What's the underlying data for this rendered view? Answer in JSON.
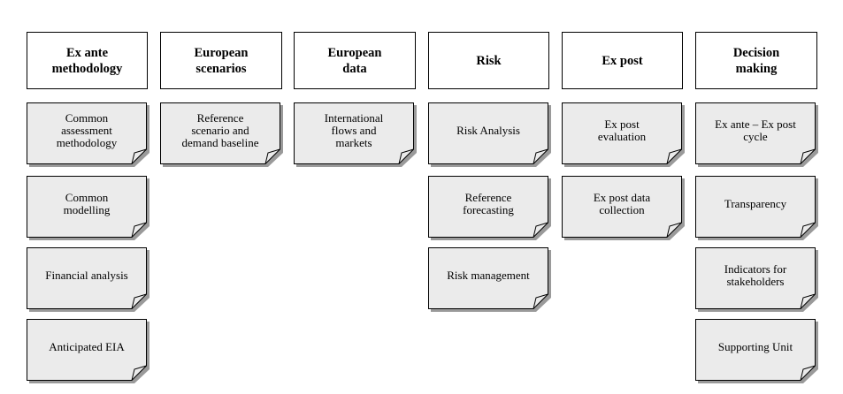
{
  "columns": [
    {
      "header": "Ex ante\nmethodology",
      "items": [
        "Common\nassessment\nmethodology",
        "Common\nmodelling",
        "Financial analysis",
        "Anticipated EIA"
      ]
    },
    {
      "header": "European\nscenarios",
      "items": [
        "Reference\nscenario and\ndemand baseline"
      ]
    },
    {
      "header": "European\ndata",
      "items": [
        "International\nflows and\nmarkets"
      ]
    },
    {
      "header": "Risk",
      "items": [
        "Risk Analysis",
        "Reference\nforecasting",
        "Risk management"
      ]
    },
    {
      "header": "Ex post",
      "items": [
        "Ex post\nevaluation",
        "Ex post data\ncollection"
      ]
    },
    {
      "header": "Decision\nmaking",
      "items": [
        "Ex ante – Ex post\ncycle",
        "Transparency",
        "Indicators for\nstakeholders",
        "Supporting Unit"
      ]
    }
  ]
}
